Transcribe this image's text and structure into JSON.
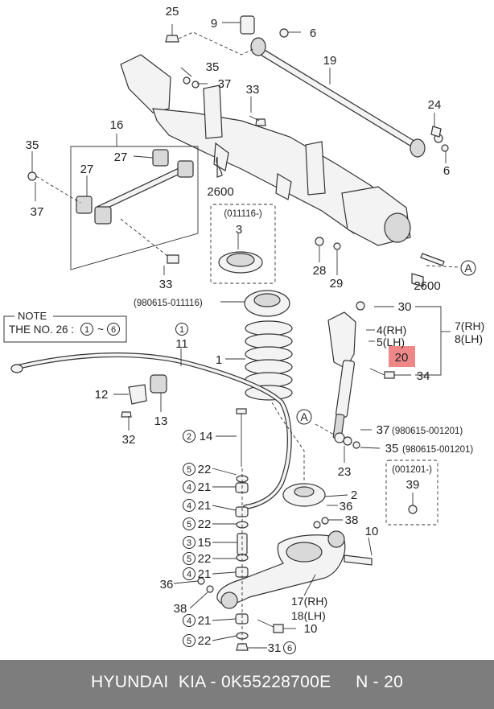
{
  "callouts": {
    "c25": "25",
    "c9": "9",
    "c6a": "6",
    "c19": "19",
    "c35a": "35",
    "c37a": "37",
    "c33a": "33",
    "c24": "24",
    "c6b": "6",
    "c16": "16",
    "c27a": "27",
    "c35b": "35",
    "c27b": "27",
    "c37b": "37",
    "c2600a": "2600",
    "c3a": "3",
    "c33b": "33",
    "c28": "28",
    "c29": "29",
    "c2600b": "2600",
    "cA1": "A",
    "c30": "30",
    "c4rh": "4(RH)",
    "c5lh": "5(LH)",
    "c7rh": "7(RH)",
    "c8lh": "8(LH)",
    "c20": "20",
    "c34": "34",
    "c1": "1",
    "c11": "11",
    "c12": "12",
    "c13": "13",
    "c32": "32",
    "cA2": "A",
    "c37c": "37",
    "c35c": "35",
    "c23": "23",
    "c39": "39",
    "c14": "14",
    "c22a": "22",
    "c21a": "21",
    "c21b": "21",
    "c22b": "22",
    "c2": "2",
    "c36a": "36",
    "c38a": "38",
    "c10a": "10",
    "c15": "15",
    "c22c": "22",
    "c21c": "21",
    "c36b": "36",
    "c38b": "38",
    "c17": "17(RH)",
    "c18": "18(LH)",
    "c21d": "21",
    "c10b": "10",
    "c22d": "22",
    "c31": "31",
    "s2": "2",
    "s5a": "5",
    "s4a": "4",
    "s4b": "4",
    "s5b": "5",
    "s3": "3",
    "s5c": "5",
    "s4c": "4",
    "s4d": "4",
    "s5d": "5",
    "s6": "6",
    "s1": "1"
  },
  "date_notes": {
    "box3": "(011116-)",
    "d3": "(980615-011116)",
    "d37": "(980615-001201)",
    "d35": "(980615-001201)",
    "box39": "(001201-)"
  },
  "note": {
    "title": "NOTE",
    "line_prefix": "THE NO. 26 :",
    "c1": "1",
    "tilde": "~",
    "c6": "6"
  },
  "highlight": {
    "label": "20",
    "color": "#ee8888"
  },
  "footer": {
    "text": "HYUNDAI  KIA - 0K55228700E     N - 20",
    "bar_color": "#7d7d7d"
  }
}
